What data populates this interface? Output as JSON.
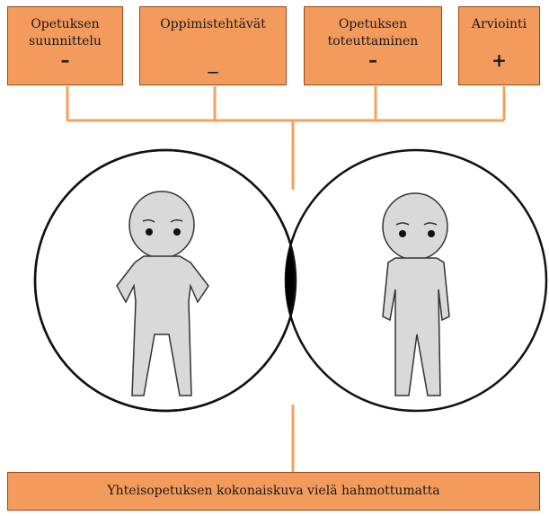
{
  "top_boxes": [
    {
      "line1": "Opetuksen",
      "line2": "suunnittelu",
      "sign": "–"
    },
    {
      "line1": "Oppimistehtävät",
      "line2": "",
      "sign": "_"
    },
    {
      "line1": "Opetuksen",
      "line2": "toteuttaminen",
      "sign": "–"
    },
    {
      "line1": "Arviointi",
      "line2": "",
      "sign": "+"
    }
  ],
  "bottom_box": {
    "label": "Yhteisopetuksen kokonaiskuva vielä hahmottumatta"
  },
  "colors": {
    "box_fill": "#f29b5c",
    "box_border": "#9a4a18",
    "connector": "#f5a15e",
    "overlap": "#000000",
    "figure_fill": "#d9d9d9"
  }
}
